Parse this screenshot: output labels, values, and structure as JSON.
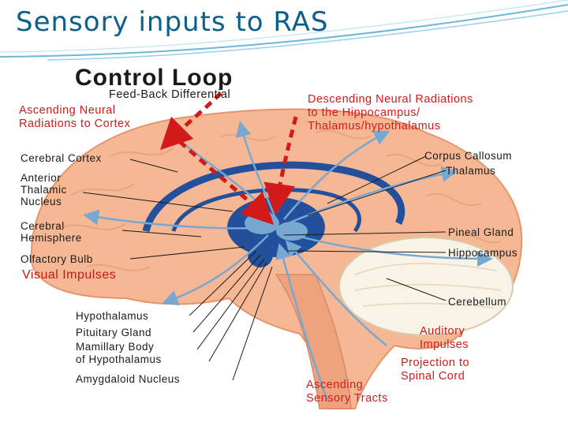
{
  "slide": {
    "title": "Sensory inputs to RAS"
  },
  "diagram": {
    "heading": "Control Loop",
    "feedback": "Feed-Back Differential",
    "ascending_neural_1": "Ascending Neural",
    "ascending_neural_2": "Radiations to Cortex",
    "descending_1": "Descending Neural Radiations",
    "descending_2": "to the Hippocampus/",
    "descending_3": "Thalamus/hypothalamus",
    "cerebral_cortex": "Cerebral Cortex",
    "anterior_1": "Anterior",
    "anterior_2": "Thalamic",
    "anterior_3": "Nucleus",
    "cerebral_hem_1": "Cerebral",
    "cerebral_hem_2": "Hemisphere",
    "olfactory": "Olfactory Bulb",
    "visual": "Visual Impulses",
    "hypothalamus": "Hypothalamus",
    "pituitary": "Pituitary Gland",
    "mamillary_1": "Mamillary Body",
    "mamillary_2": "of Hypothalamus",
    "amygdaloid": "Amygdaloid Nucleus",
    "corpus": "Corpus Callosum",
    "thalamus": "Thalamus",
    "pineal": "Pineal Gland",
    "hippocampus": "Hippocampus",
    "cerebellum": "Cerebellum",
    "auditory_1": "Auditory",
    "auditory_2": "Impulses",
    "projection_1": "Projection to",
    "projection_2": "Spinal Cord",
    "ascending_sensory_1": "Ascending",
    "ascending_sensory_2": "Sensory Tracts"
  },
  "colors": {
    "title": "#0b5f8a",
    "brain_fill": "#f6b894",
    "cerebellum_fill": "#f8f3e6",
    "core_blue": "#23509c",
    "tract_blue": "#78a8d2",
    "arrow_red": "#d21a1a",
    "label_red": "#d21a1a"
  }
}
